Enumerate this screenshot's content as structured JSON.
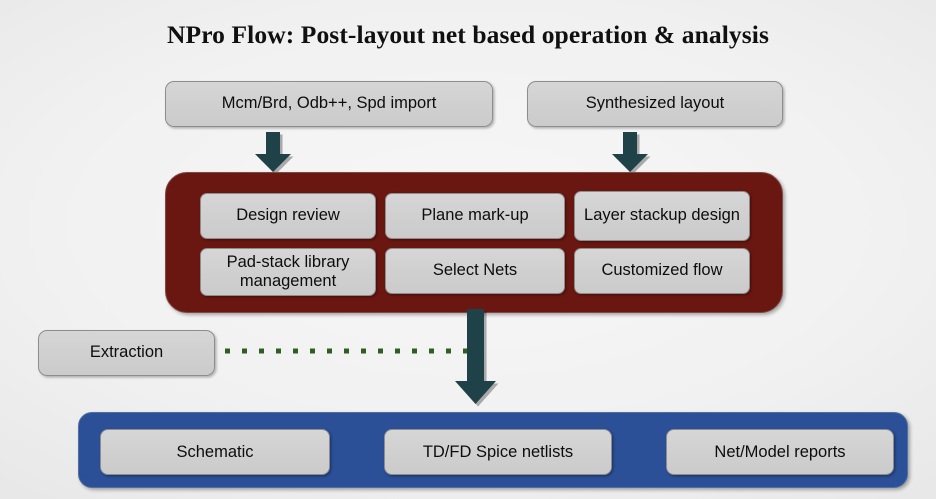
{
  "slide": {
    "title": "NPro Flow: Post-layout net based operation & analysis",
    "background_color": "#ececec"
  },
  "inputs": [
    {
      "id": "import",
      "label": "Mcm/Brd, Odb++, Spd import"
    },
    {
      "id": "synthesized",
      "label": "Synthesized layout"
    }
  ],
  "operations_group": {
    "container_color": "#6B1711",
    "items": [
      {
        "id": "design-review",
        "label": "Design review"
      },
      {
        "id": "plane-markup",
        "label": "Plane mark-up"
      },
      {
        "id": "layer-stackup",
        "label": "Layer stackup design"
      },
      {
        "id": "pad-stack",
        "label": "Pad-stack library management"
      },
      {
        "id": "select-nets",
        "label": "Select Nets"
      },
      {
        "id": "customized-flow",
        "label": "Customized flow"
      }
    ]
  },
  "side": {
    "extraction_label": "Extraction",
    "connector_color": "#2F5E22"
  },
  "outputs_group": {
    "container_color": "#2B5098",
    "items": [
      {
        "id": "schematic",
        "label": "Schematic"
      },
      {
        "id": "spice-netlists",
        "label": "TD/FD Spice netlists"
      },
      {
        "id": "net-model-reports",
        "label": "Net/Model reports"
      }
    ]
  },
  "arrows": {
    "color": "#1E4247",
    "import_to_operations": "down-arrow-icon",
    "synthesized_to_operations": "down-arrow-icon",
    "operations_to_outputs": "down-arrow-icon"
  }
}
